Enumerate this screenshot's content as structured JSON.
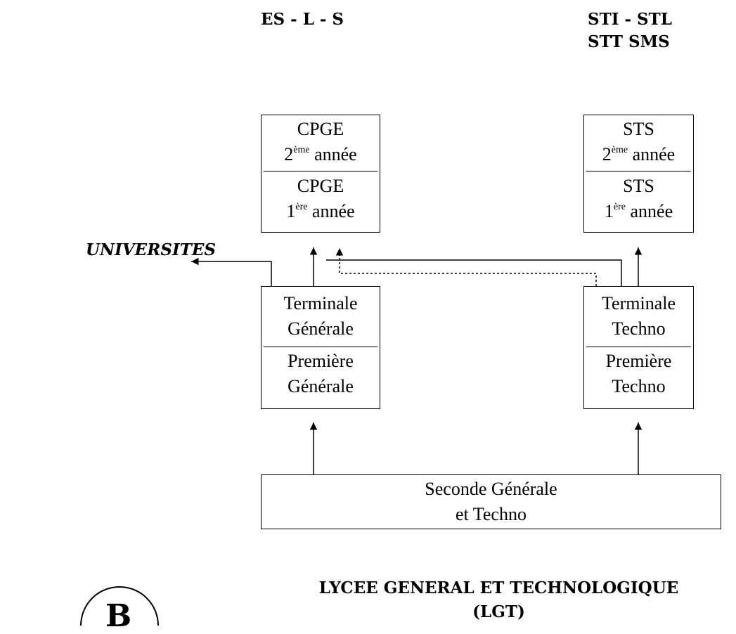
{
  "headers": {
    "left": "ES - L - S",
    "right_line1": "STI - STL",
    "right_line2": "STT SMS"
  },
  "cpge": {
    "top_line1": "CPGE",
    "top_num": "2",
    "top_sup": "ème",
    "top_word": " année",
    "bottom_line1": "CPGE",
    "bottom_num": "1",
    "bottom_sup": "ère",
    "bottom_word": " année"
  },
  "sts": {
    "top_line1": "STS",
    "top_num": "2",
    "top_sup": "ème",
    "top_word": " année",
    "bottom_line1": "STS",
    "bottom_num": "1",
    "bottom_sup": "ère",
    "bottom_word": " année"
  },
  "generale": {
    "top_line1": "Terminale",
    "top_line2": "Générale",
    "bottom_line1": "Première",
    "bottom_line2": "Générale"
  },
  "techno": {
    "top_line1": "Terminale",
    "top_line2": "Techno",
    "bottom_line1": "Première",
    "bottom_line2": "Techno"
  },
  "seconde": {
    "line1": "Seconde Générale",
    "line2": "et Techno"
  },
  "universites": "UNIVERSITES",
  "footer": {
    "line1": "LYCEE GENERAL ET TECHNOLOGIQUE",
    "line2": "(LGT)"
  },
  "logo_letter": "B"
}
